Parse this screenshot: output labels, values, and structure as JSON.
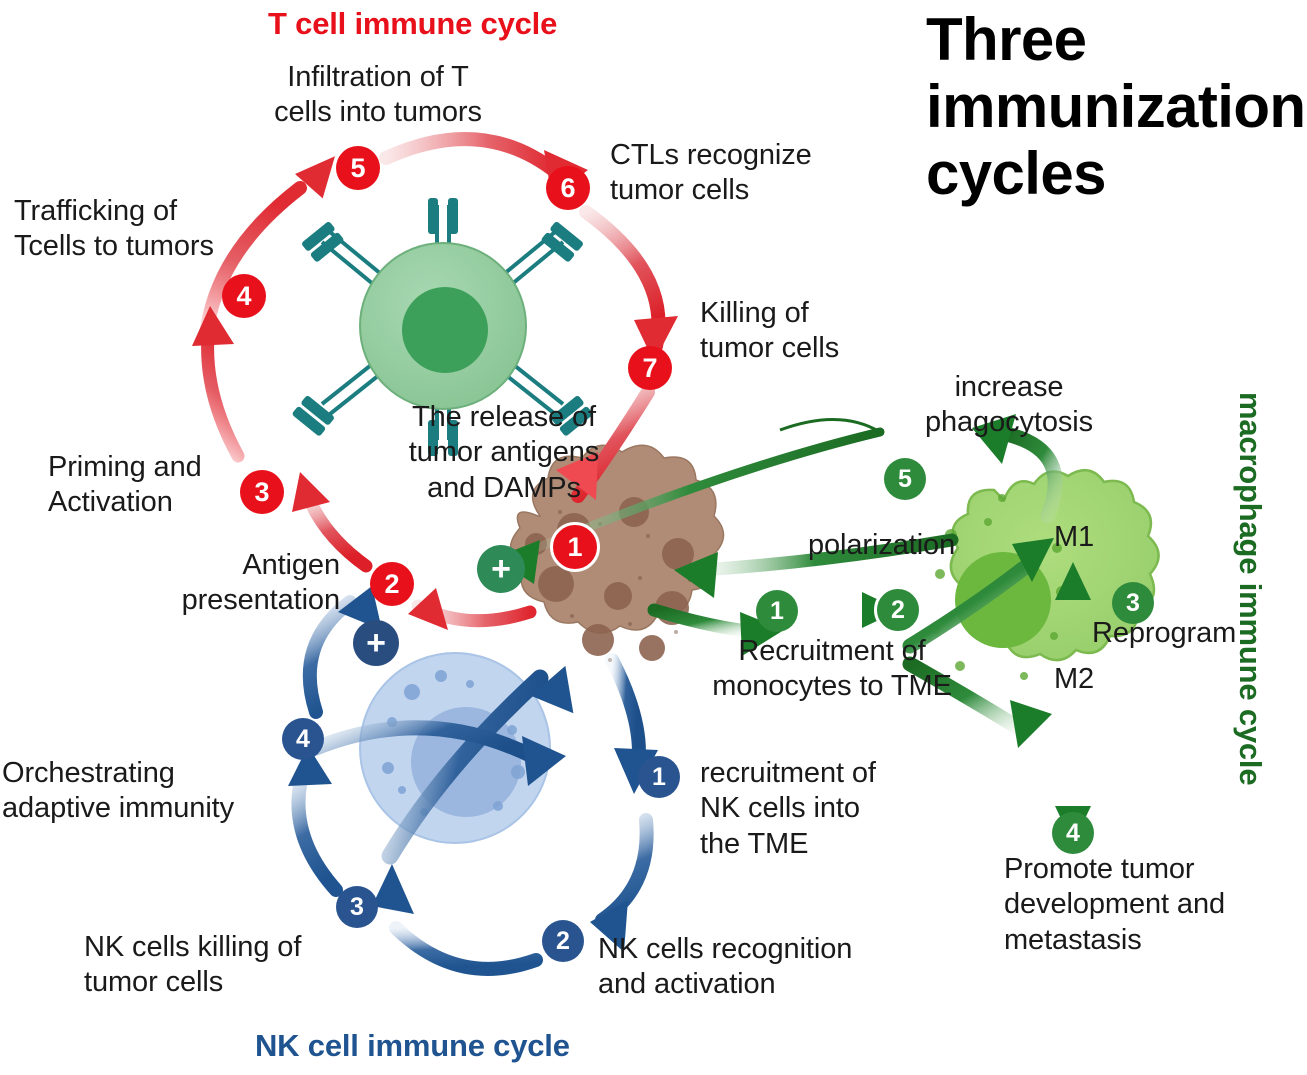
{
  "main_title": "Three\nimmunization\ncycles",
  "colors": {
    "t_cycle": "#e8101a",
    "nk_cycle": "#1f5490",
    "macrophage_cycle": "#1b6b22",
    "tumor": "#a5806b",
    "t_cell": "#8fca9b",
    "nk_cell": "#b6cbeb",
    "macrophage": "#9ed26b",
    "text": "#1a1a1a"
  },
  "cycles": {
    "t_cell": {
      "title": "T cell immune cycle",
      "steps": [
        {
          "number": "1",
          "label": ""
        },
        {
          "number": "2",
          "label": "Antigen\npresentation"
        },
        {
          "number": "3",
          "label": "Priming and\nActivation"
        },
        {
          "number": "4",
          "label": "Trafficking of\nTcells to tumors"
        },
        {
          "number": "5",
          "label": "Infiltration of T\ncells into tumors"
        },
        {
          "number": "6",
          "label": "CTLs recognize\ntumor cells"
        },
        {
          "number": "7",
          "label": "Killing of\ntumor cells"
        }
      ],
      "center_caption": "The release of\ntumor antigens\nand DAMPs"
    },
    "nk_cell": {
      "title": "NK cell immune cycle",
      "steps": [
        {
          "number": "1",
          "label": "recruitment of\nNK cells into\nthe TME"
        },
        {
          "number": "2",
          "label": "NK cells recognition\nand activation"
        },
        {
          "number": "3",
          "label": "NK cells killing of\ntumor cells"
        },
        {
          "number": "4",
          "label": "Orchestrating\nadaptive immunity"
        }
      ]
    },
    "macrophage": {
      "title": "macrophage immune cycle",
      "steps": [
        {
          "number": "1",
          "label": "Recruitment of\nmonocytes to TME"
        },
        {
          "number": "2",
          "label": "polarization"
        },
        {
          "number": "3",
          "label": "Reprogram"
        },
        {
          "number": "4",
          "label": "Promote tumor\ndevelopment and\nmetastasis"
        },
        {
          "number": "5",
          "label": "increase\nphagocytosis"
        }
      ],
      "phenotypes": {
        "m1": "M1",
        "m2": "M2"
      }
    }
  },
  "modifiers": [
    {
      "symbol": "+",
      "color": "#2e8b57",
      "name": "green-plus"
    },
    {
      "symbol": "+",
      "color": "#2a4d80",
      "name": "blue-plus"
    }
  ],
  "chart_data": {
    "type": "diagram",
    "title": "Three immunization cycles",
    "nodes": [
      {
        "cycle": "T cell immune cycle",
        "n": 1,
        "text": "The release of tumor antigens and DAMPs"
      },
      {
        "cycle": "T cell immune cycle",
        "n": 2,
        "text": "Antigen presentation"
      },
      {
        "cycle": "T cell immune cycle",
        "n": 3,
        "text": "Priming and Activation"
      },
      {
        "cycle": "T cell immune cycle",
        "n": 4,
        "text": "Trafficking of Tcells to tumors"
      },
      {
        "cycle": "T cell immune cycle",
        "n": 5,
        "text": "Infiltration of T cells into tumors"
      },
      {
        "cycle": "T cell immune cycle",
        "n": 6,
        "text": "CTLs recognize tumor cells"
      },
      {
        "cycle": "T cell immune cycle",
        "n": 7,
        "text": "Killing of tumor cells"
      },
      {
        "cycle": "NK cell immune cycle",
        "n": 1,
        "text": "recruitment of NK cells into the TME"
      },
      {
        "cycle": "NK cell immune cycle",
        "n": 2,
        "text": "NK cells recognition and activation"
      },
      {
        "cycle": "NK cell immune cycle",
        "n": 3,
        "text": "NK cells killing of tumor cells"
      },
      {
        "cycle": "NK cell immune cycle",
        "n": 4,
        "text": "Orchestrating adaptive immunity"
      },
      {
        "cycle": "macrophage immune cycle",
        "n": 1,
        "text": "Recruitment of monocytes to TME"
      },
      {
        "cycle": "macrophage immune cycle",
        "n": 2,
        "text": "polarization"
      },
      {
        "cycle": "macrophage immune cycle",
        "n": 3,
        "text": "Reprogram"
      },
      {
        "cycle": "macrophage immune cycle",
        "n": 4,
        "text": "Promote tumor development and metastasis"
      },
      {
        "cycle": "macrophage immune cycle",
        "n": 5,
        "text": "increase phagocytosis"
      }
    ]
  }
}
